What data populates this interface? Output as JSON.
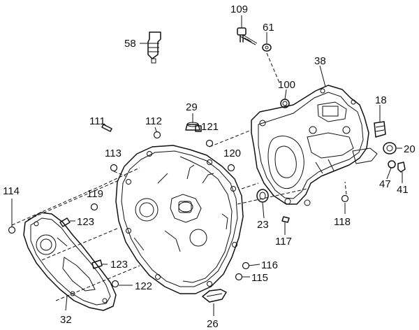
{
  "callouts": [
    {
      "id": "c109",
      "text": "109"
    },
    {
      "id": "c61",
      "text": "61"
    },
    {
      "id": "c58",
      "text": "58"
    },
    {
      "id": "c38",
      "text": "38"
    },
    {
      "id": "c100",
      "text": "100"
    },
    {
      "id": "c18",
      "text": "18"
    },
    {
      "id": "c20",
      "text": "20"
    },
    {
      "id": "c47",
      "text": "47"
    },
    {
      "id": "c41",
      "text": "41"
    },
    {
      "id": "c29",
      "text": "29"
    },
    {
      "id": "c121",
      "text": "121"
    },
    {
      "id": "c111",
      "text": "111"
    },
    {
      "id": "c112",
      "text": "112"
    },
    {
      "id": "c113",
      "text": "113"
    },
    {
      "id": "c120",
      "text": "120"
    },
    {
      "id": "c114",
      "text": "114"
    },
    {
      "id": "c119",
      "text": "119"
    },
    {
      "id": "c123a",
      "text": "123"
    },
    {
      "id": "c123b",
      "text": "123"
    },
    {
      "id": "c122",
      "text": "122"
    },
    {
      "id": "c32",
      "text": "32"
    },
    {
      "id": "c23",
      "text": "23"
    },
    {
      "id": "c117",
      "text": "117"
    },
    {
      "id": "c118",
      "text": "118"
    },
    {
      "id": "c116",
      "text": "116"
    },
    {
      "id": "c115",
      "text": "115"
    },
    {
      "id": "c26",
      "text": "26"
    }
  ]
}
